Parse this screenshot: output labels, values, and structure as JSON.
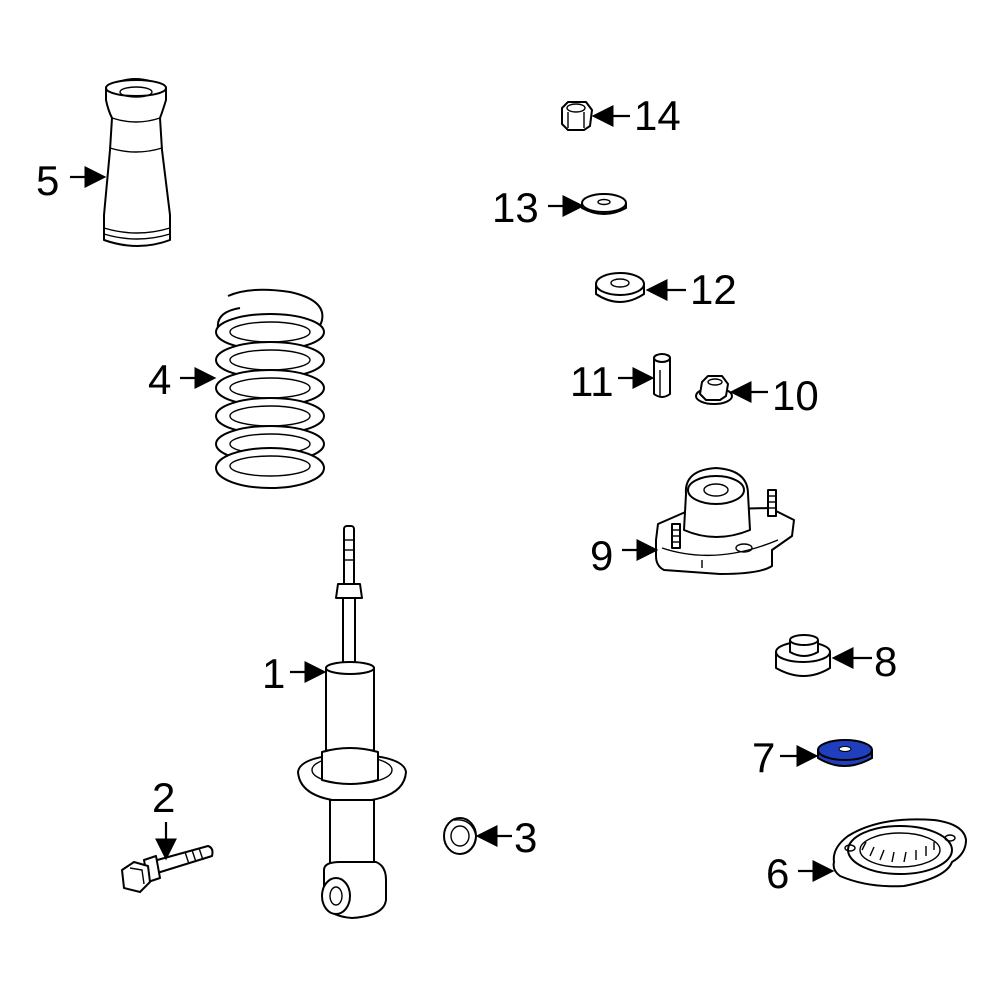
{
  "diagram": {
    "highlight_color": "#1f3fbf",
    "callouts": [
      {
        "id": "c1",
        "text": "1"
      },
      {
        "id": "c2",
        "text": "2"
      },
      {
        "id": "c3",
        "text": "3"
      },
      {
        "id": "c4",
        "text": "4"
      },
      {
        "id": "c5",
        "text": "5"
      },
      {
        "id": "c6",
        "text": "6"
      },
      {
        "id": "c7",
        "text": "7"
      },
      {
        "id": "c8",
        "text": "8"
      },
      {
        "id": "c9",
        "text": "9"
      },
      {
        "id": "c10",
        "text": "10"
      },
      {
        "id": "c11",
        "text": "11"
      },
      {
        "id": "c12",
        "text": "12"
      },
      {
        "id": "c13",
        "text": "13"
      },
      {
        "id": "c14",
        "text": "14"
      }
    ],
    "highlighted_part": "7"
  }
}
